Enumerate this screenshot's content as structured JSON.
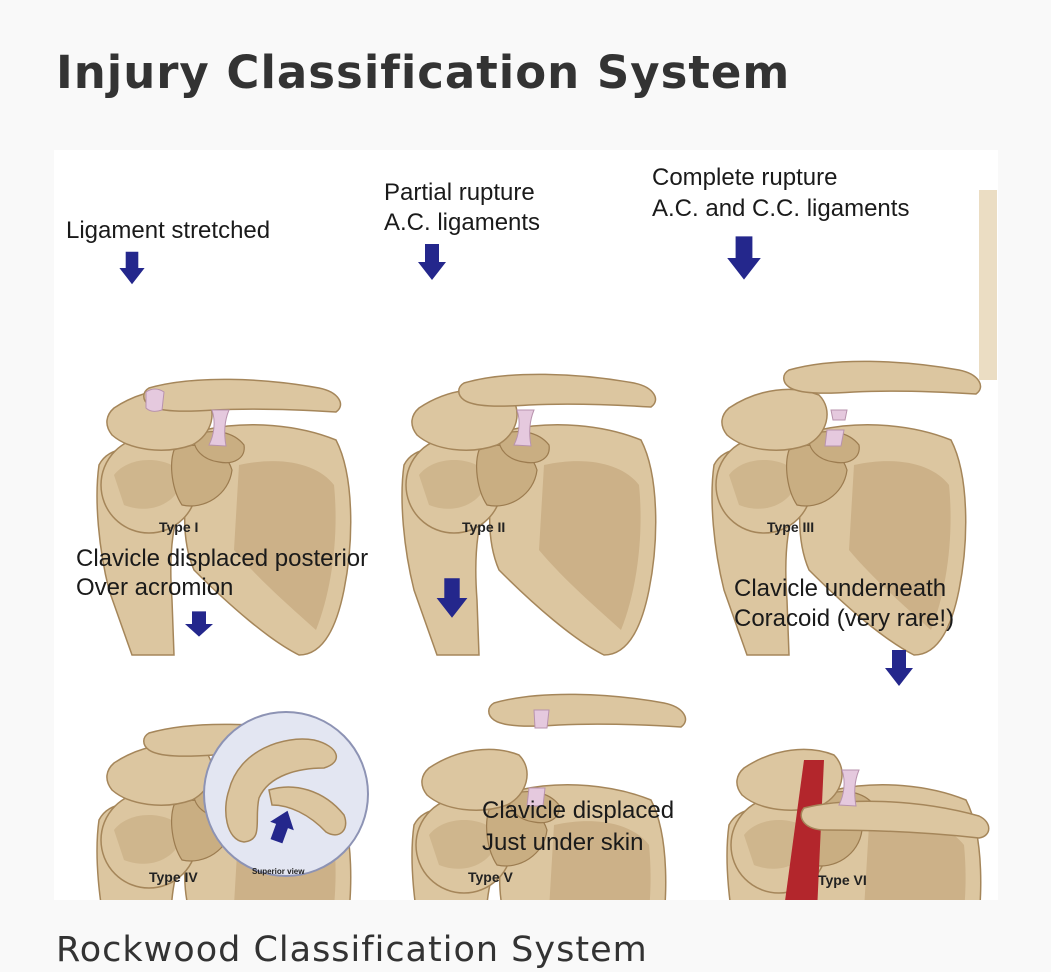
{
  "page": {
    "title": "Injury Classification System",
    "caption": "Rockwood Classification System"
  },
  "figure": {
    "panels": [
      {
        "type_label": "Type I",
        "annotation": [
          "Ligament stretched"
        ]
      },
      {
        "type_label": "Type II",
        "annotation": [
          "Partial rupture",
          "A.C. ligaments"
        ]
      },
      {
        "type_label": "Type III",
        "annotation": [
          "Complete rupture",
          "A.C. and C.C. ligaments"
        ]
      },
      {
        "type_label": "Type IV",
        "annotation": [
          "Clavicle displaced posterior",
          "Over acromion"
        ],
        "inset_label": "Superior view"
      },
      {
        "type_label": "Type V",
        "annotation": [
          "Clavicle displaced",
          "Just under skin"
        ]
      },
      {
        "type_label": "Type VI",
        "annotation": [
          "Clavicle underneath",
          "Coracoid (very rare!)"
        ]
      }
    ]
  }
}
